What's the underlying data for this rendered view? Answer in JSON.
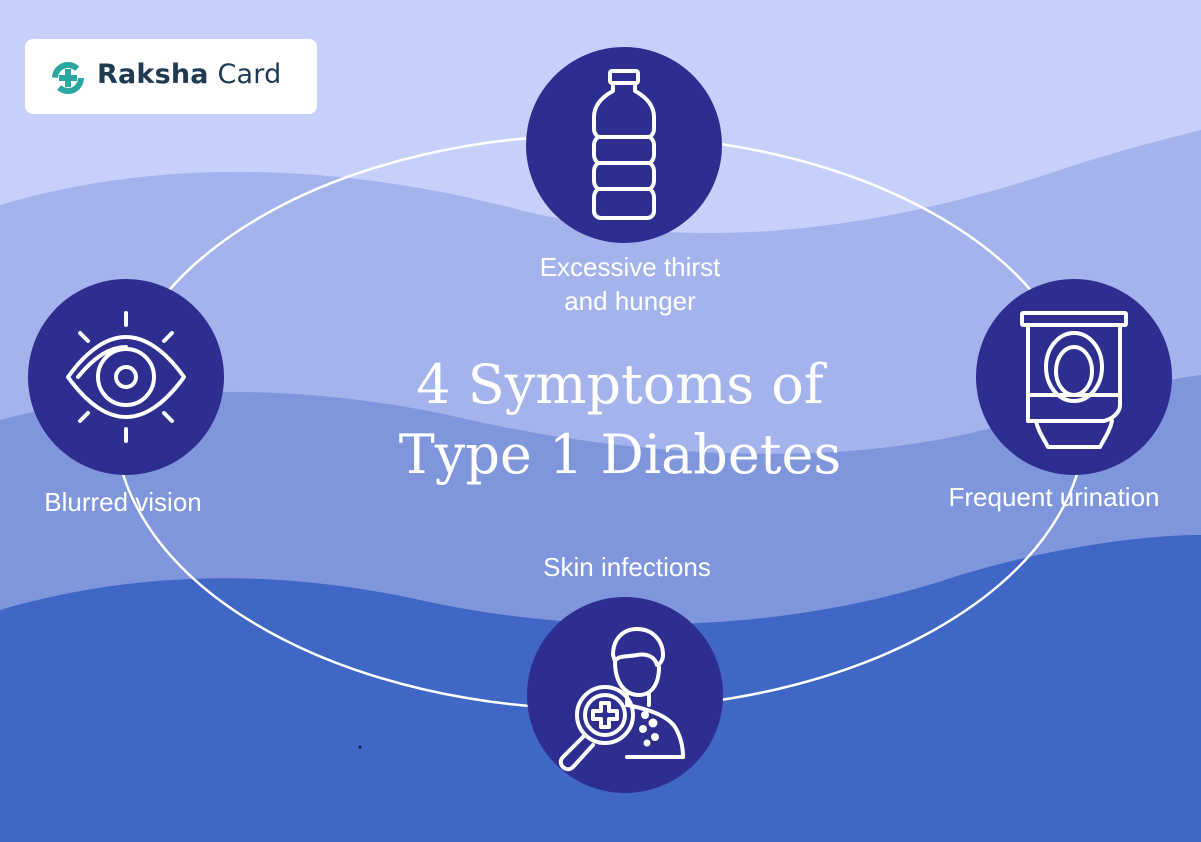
{
  "brand": {
    "name_bold": "Raksha",
    "name_light": "Card",
    "accent": "#2aa7a0"
  },
  "title": {
    "line1": "4 Symptoms of",
    "line2": "Type 1 Diabetes"
  },
  "symptoms": [
    {
      "label_line1": "Excessive thirst",
      "label_line2": "and hunger",
      "icon": "water-bottle-icon"
    },
    {
      "label": "Blurred vision",
      "icon": "eye-icon"
    },
    {
      "label": "Frequent urination",
      "icon": "toilet-icon"
    },
    {
      "label": "Skin infections",
      "icon": "skin-infection-magnifier-icon"
    }
  ],
  "colors": {
    "circle": "#2d2e8f",
    "bg_light": "#c7d0fb",
    "bg_mid": "#a4b3ec",
    "bg_mid2": "#7f96dc",
    "bg_dark": "#4066c6"
  }
}
